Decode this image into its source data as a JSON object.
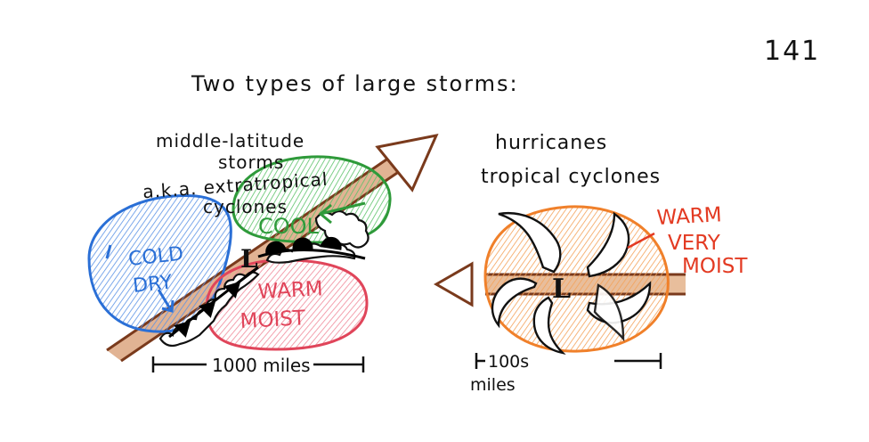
{
  "page_number": "141",
  "title": "Two types of large storms:",
  "left": {
    "heading_lines": [
      "middle-latitude",
      "storms",
      "a.k.a. extratropical",
      "cyclones"
    ],
    "cold_label": [
      "COLD",
      "DRY"
    ],
    "cool_label": "COOL",
    "warm_label": [
      "WARM",
      "MOIST"
    ],
    "low_symbol": "L",
    "scale": "1000 miles",
    "colors": {
      "cold": "#2a6fd6",
      "cool": "#2e9a3a",
      "warm": "#e0455a",
      "arrow": "#7a3a1c",
      "front": "#000000"
    }
  },
  "right": {
    "heading_lines": [
      "hurricanes",
      "tropical cyclones"
    ],
    "warm_label": [
      "WARM",
      "VERY",
      "MOIST"
    ],
    "low_symbol": "L",
    "scale": [
      "100s",
      "miles"
    ],
    "colors": {
      "halo": "#f0802a",
      "label": "#e33a22",
      "arrow": "#7a3a1c"
    }
  }
}
